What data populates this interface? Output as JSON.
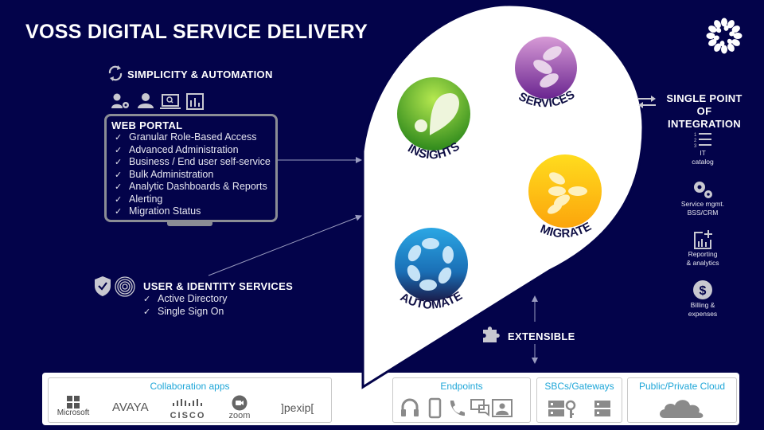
{
  "title": "VOSS DIGITAL SERVICE DELIVERY",
  "colors": {
    "background": "#03034a",
    "accent_blue": "#1ea6d8",
    "insights_green": "#5cb82a",
    "services_purple": "#9b4fb0",
    "migrate_yellow": "#fdb913",
    "automate_blue": "#1c7cc4"
  },
  "simplicity": {
    "heading": "SIMPLICITY & AUTOMATION",
    "icons": [
      "user-settings-icon",
      "user-icon",
      "laptop-search-icon",
      "bar-chart-icon"
    ]
  },
  "web_portal": {
    "heading": "WEB PORTAL",
    "items": [
      "Granular Role-Based Access",
      "Advanced Administration",
      "Business / End  user self-service",
      "Bulk Administration",
      "Analytic Dashboards & Reports",
      "Alerting",
      "Migration Status"
    ]
  },
  "identity": {
    "heading": "USER & IDENTITY SERVICES",
    "items": [
      "Active Directory",
      "Single Sign On"
    ]
  },
  "products": {
    "insights": "INSIGHTS",
    "services": "SERVICES",
    "migrate": "MIGRATE",
    "automate": "AUTOMATE"
  },
  "extensible": "EXTENSIBLE",
  "integration": {
    "heading_line1": "SINGLE POINT OF",
    "heading_line2": "INTEGRATION",
    "items": [
      {
        "icon": "numbered-list-icon",
        "line1": "IT",
        "line2": "catalog"
      },
      {
        "icon": "gears-icon",
        "line1": "Service mgmt.",
        "line2": "BSS/CRM"
      },
      {
        "icon": "chart-add-icon",
        "line1": "Reporting",
        "line2": "& analytics"
      },
      {
        "icon": "dollar-icon",
        "line1": "Billing &",
        "line2": "expenses"
      }
    ]
  },
  "bottom": {
    "collab": {
      "title": "Collaboration apps",
      "logos": [
        "Microsoft",
        "AVAYA",
        "CISCO",
        "zoom",
        "]pexip["
      ]
    },
    "endpoints": {
      "title": "Endpoints",
      "icons": [
        "headset-icon",
        "mobile-icon",
        "phone-icon",
        "chat-icon",
        "video-user-icon"
      ]
    },
    "gateways": {
      "title": "SBCs/Gateways",
      "icons": [
        "server-key-icon",
        "server-icon"
      ]
    },
    "cloud": {
      "title": "Public/Private Cloud",
      "icons": [
        "cloud-icon"
      ]
    }
  }
}
